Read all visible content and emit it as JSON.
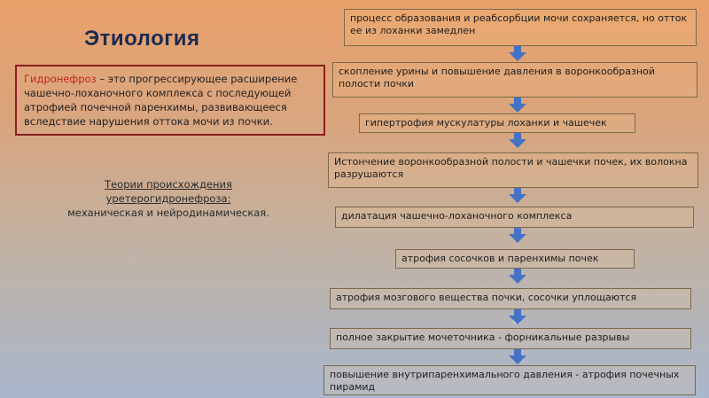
{
  "title": "Этиология",
  "definition": {
    "term": "Гидронефроз",
    "text": " – это прогрессирующее расширение чашечно-лоханочного комплекса с последующей атрофией почечной паренхимы, развивающееся вследствие нарушения оттока мочи из почки."
  },
  "theories": {
    "heading": "Теории происхождения уретерогидронефроза:",
    "text": "механическая и нейродинамическая."
  },
  "steps": [
    "процесс образования и реабсорбции мочи сохраняется, но отток ее из лоханки замедлен",
    "скопление урины и повышение давления в воронкообразной полости почки",
    "гипертрофия мускулатуры лоханки и чашечек",
    "Истончение воронкообразной полости и чашечки почек, их волокна разрушаются",
    "дилатация чашечно-лоханочного комплекса",
    "атрофия сосочков и паренхимы почек",
    "атрофия мозгового вещества почки, сосочки уплощаются",
    "полное закрытие мочеточника - форникальные разрывы",
    "повышение внутрипаренхимального давления - атрофия почечных пирамид"
  ]
}
